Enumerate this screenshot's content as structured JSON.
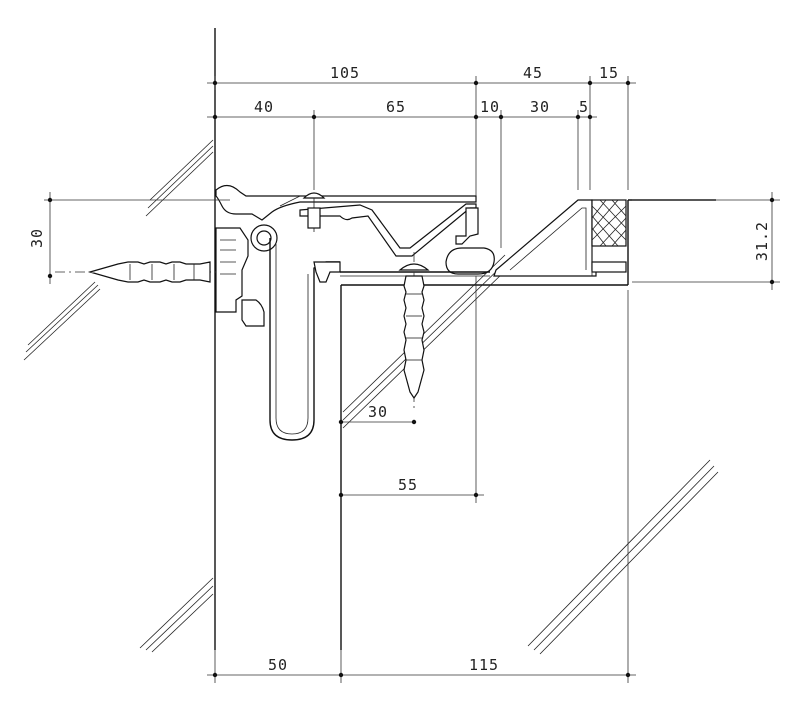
{
  "dimensions": {
    "top_outer": [
      "105",
      "45",
      "15"
    ],
    "top_inner": [
      "40",
      "65",
      "10",
      "30",
      "5"
    ],
    "left_height": "30",
    "right_height": "31.2",
    "dowel_offset": "30",
    "reveal_depth": "55",
    "bottom": [
      "50",
      "115"
    ]
  },
  "colors": {
    "line": "#111111",
    "background": "#ffffff"
  }
}
